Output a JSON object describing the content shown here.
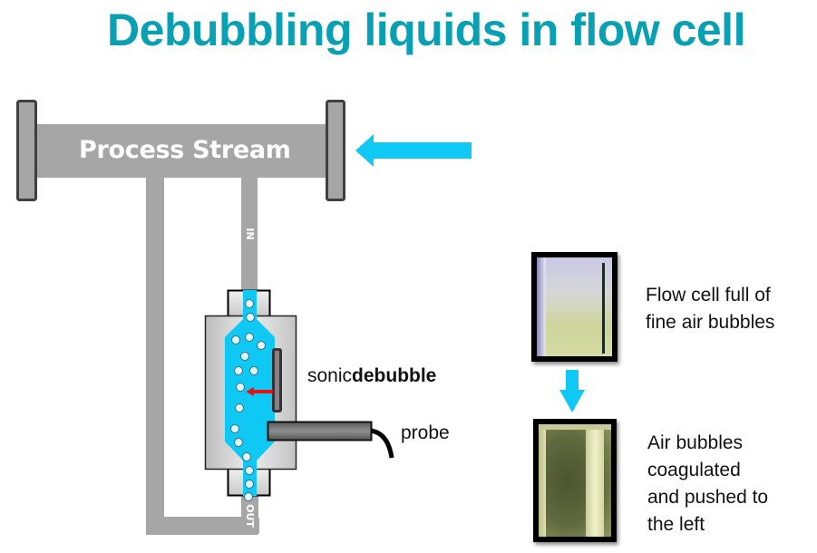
{
  "title": "Debubbling liquids in flow cell",
  "pipe": {
    "label": "Process Stream",
    "inlet_label": "IN",
    "outlet_label": "OUT"
  },
  "labels": {
    "sonic_prefix": "sonic",
    "sonic_bold": "debubble",
    "probe": "probe"
  },
  "photos": [
    {
      "caption_lines": [
        "Flow cell full of",
        "fine air bubbles"
      ]
    },
    {
      "caption_lines": [
        "Air bubbles",
        "coagulated",
        "and pushed to",
        "the left"
      ]
    }
  ],
  "colors": {
    "title": "#0aa0b4",
    "pipe": "#a6a6a6",
    "flange_border": "#404040",
    "liquid": "#10c8f4",
    "flow_arrow": "#10c8f4",
    "push_arrow": "#e81010"
  },
  "icons": {
    "flow_arrow": "arrow-left-icon",
    "sequence_arrow": "arrow-down-icon",
    "push_arrow": "arrow-left-icon"
  }
}
